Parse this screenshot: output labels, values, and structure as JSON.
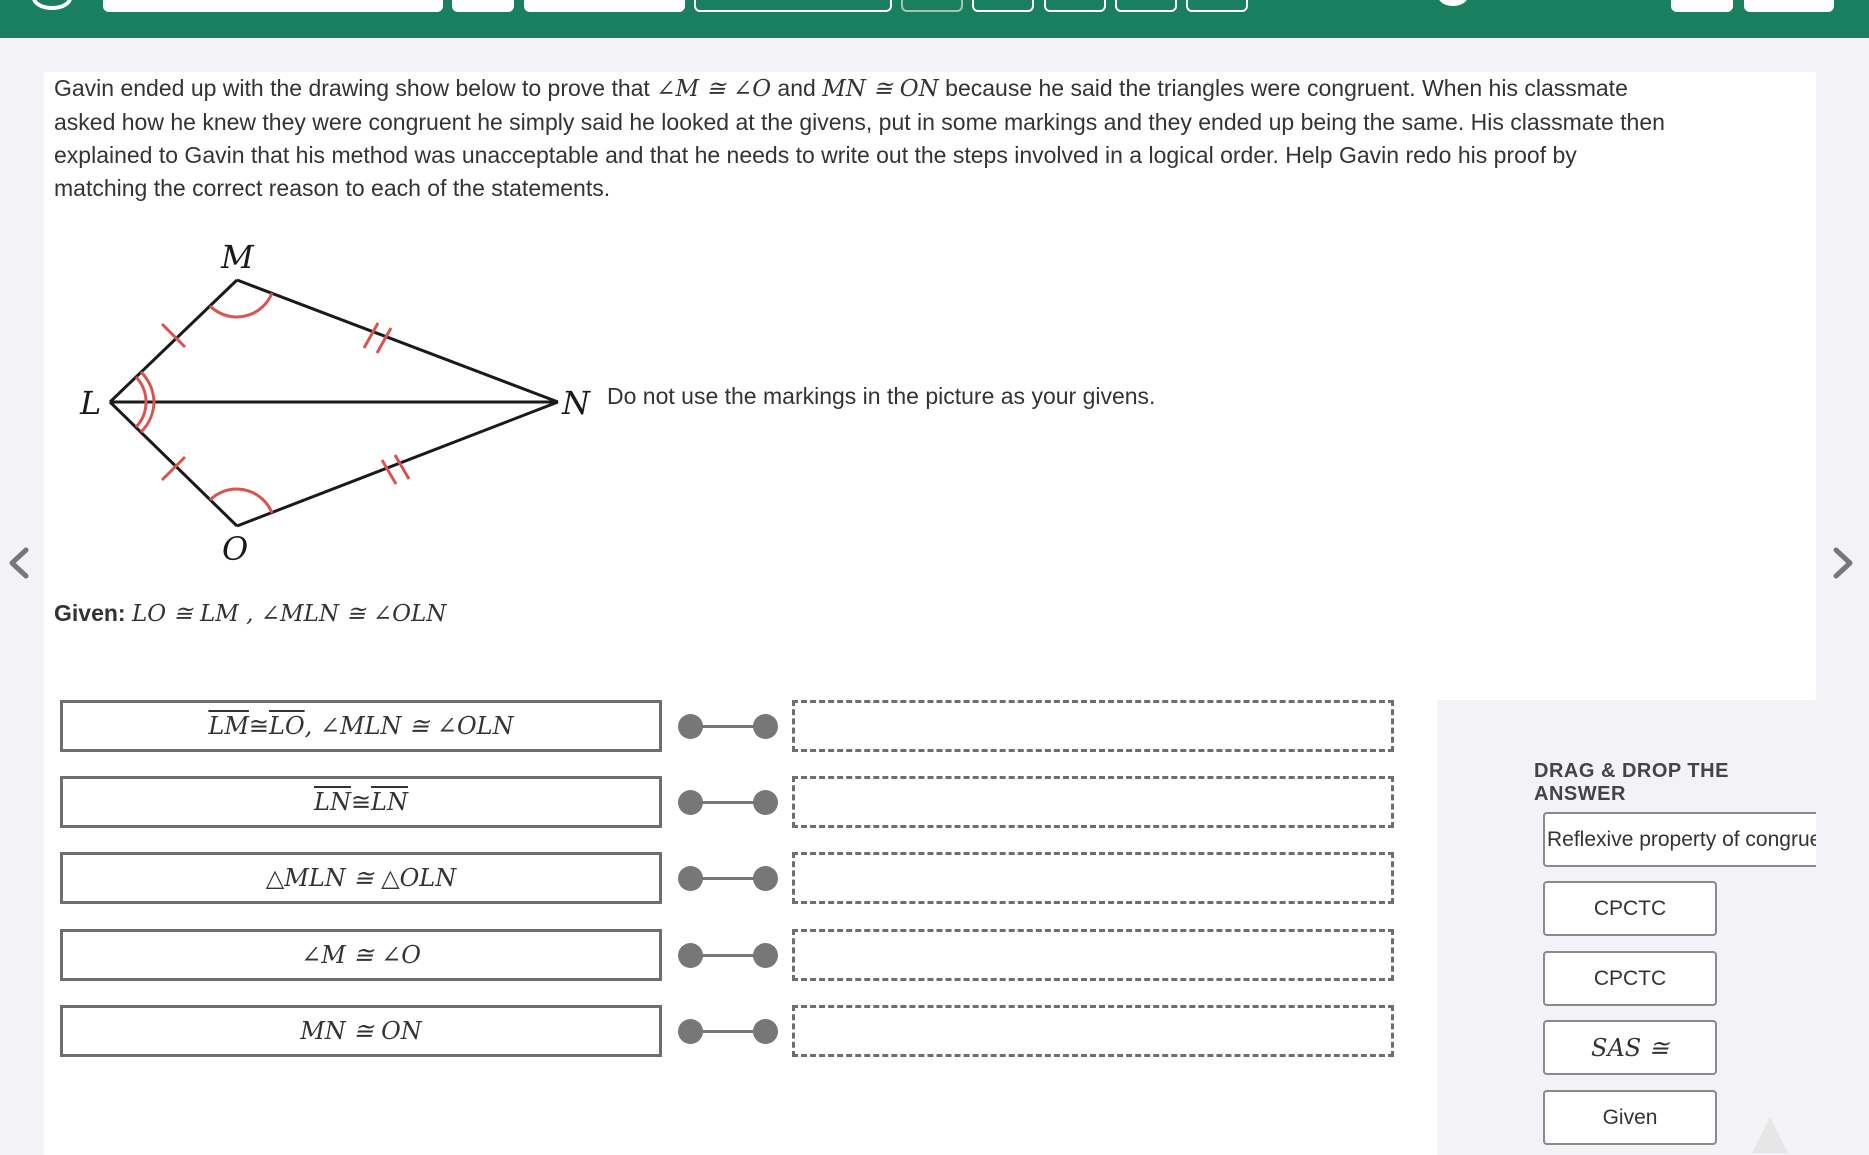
{
  "topbar": {
    "color": "#1a7f5e"
  },
  "prompt": {
    "part1": "Gavin ended up with the drawing show below to prove that ",
    "m1": "∠M ≅ ∠O",
    "part2": " and ",
    "m2": "MN ≅ ON",
    "part3": " because he said the triangles were congruent.  When his classmate asked how he knew they were congruent he simply said he looked at the givens, put in some markings and they ended up being the same.  His classmate then explained to Gavin that his method was unacceptable and that he needs to write out the steps involved in a logical order.  Help Gavin redo his proof by matching the correct reason to each of the statements."
  },
  "diagram": {
    "labels": {
      "M": "M",
      "L": "L",
      "N": "N",
      "O": "O"
    },
    "mark_color": "#d9534f"
  },
  "note": "Do not use the markings in the picture as your givens.",
  "given": {
    "label": "Given:",
    "text": "LO ≅ LM , ∠MLN ≅ ∠OLN"
  },
  "statements": [
    {
      "seg_a": "LM",
      "cong": " ≅ ",
      "seg_b": "LO",
      "rest": ", ∠MLN ≅ ∠OLN"
    },
    {
      "seg_a": "LN",
      "cong": " ≅ ",
      "seg_b": "LN",
      "rest": ""
    },
    {
      "text": "△MLN ≅ △OLN"
    },
    {
      "text": "∠M ≅ ∠O"
    },
    {
      "text": "MN ≅ ON"
    }
  ],
  "answers": {
    "title": "DRAG & DROP THE ANSWER",
    "chips": [
      "Reflexive property of congruence",
      "CPCTC",
      "CPCTC",
      "SAS ≅",
      "Given"
    ]
  }
}
